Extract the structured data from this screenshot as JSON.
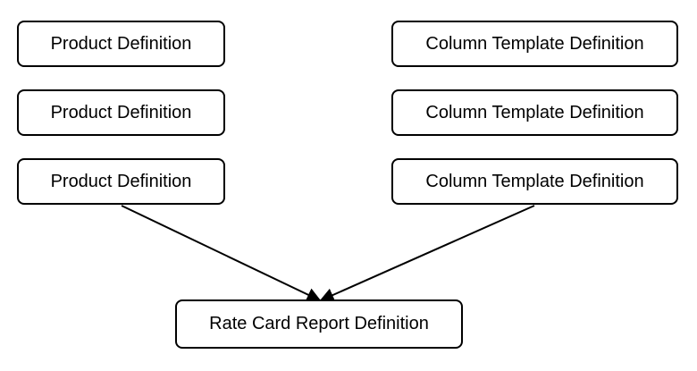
{
  "left_column": {
    "boxes": [
      {
        "label": "Product Definition"
      },
      {
        "label": "Product Definition"
      },
      {
        "label": "Product Definition"
      }
    ]
  },
  "right_column": {
    "boxes": [
      {
        "label": "Column Template Definition"
      },
      {
        "label": "Column Template Definition"
      },
      {
        "label": "Column Template Definition"
      }
    ]
  },
  "target": {
    "label": "Rate Card Report Definition"
  },
  "colors": {
    "stroke": "#000000",
    "fill": "#ffffff",
    "text": "#000000"
  }
}
